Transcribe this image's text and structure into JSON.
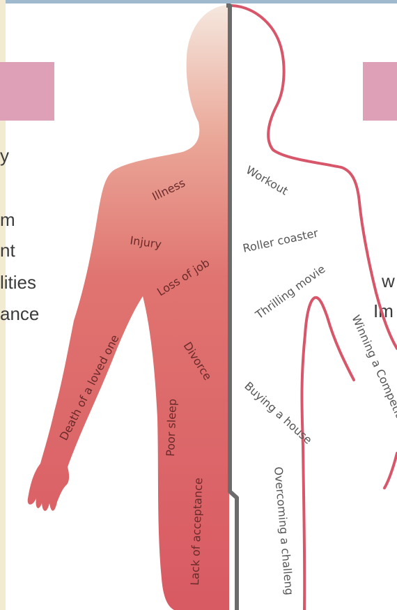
{
  "left_partial_text": [
    "y",
    "m",
    "nt",
    "lities",
    "ance"
  ],
  "right_partial_text": [
    "w",
    "Im"
  ],
  "stress_labels_left": [
    "Illness",
    "Injury",
    "Loss of job",
    "Death of a loved one",
    "Divorce",
    "Poor sleep",
    "Lack of acceptance"
  ],
  "stress_labels_right": [
    "Workout",
    "Roller coaster",
    "Thrilling movie",
    "Winning a Competitio",
    "Buying a house",
    "Overcoming a challeng"
  ],
  "colors": {
    "left_fill_top": "#f2d7cc",
    "left_fill_bottom": "#dc5e66",
    "right_outline": "#d8566a",
    "divider": "#6b6b6b",
    "pink_box": "#dda0b7"
  }
}
